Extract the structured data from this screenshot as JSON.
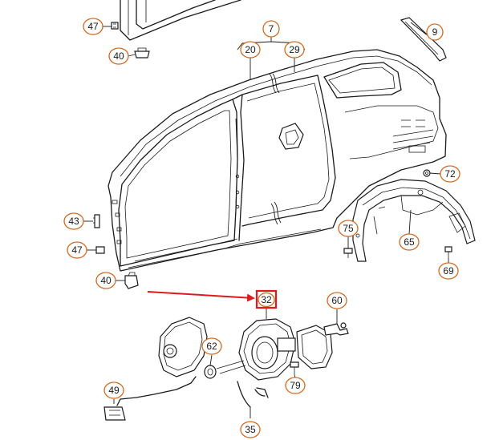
{
  "diagram": {
    "callouts": {
      "c47a": "47",
      "c40a": "40",
      "c7": "7",
      "c20": "20",
      "c29": "29",
      "c9": "9",
      "c72": "72",
      "c43": "43",
      "c47b": "47",
      "c75": "75",
      "c65": "65",
      "c69": "69",
      "c40b": "40",
      "c32": "32",
      "c60": "60",
      "c62": "62",
      "c49": "49",
      "c79": "79",
      "c35": "35"
    },
    "highlighted_callout": "32",
    "colors": {
      "callout_ring": "#d4691e",
      "highlight_box": "#e0191b",
      "pointer_arrow": "#e0191b",
      "line": "#1a1a1a"
    }
  }
}
